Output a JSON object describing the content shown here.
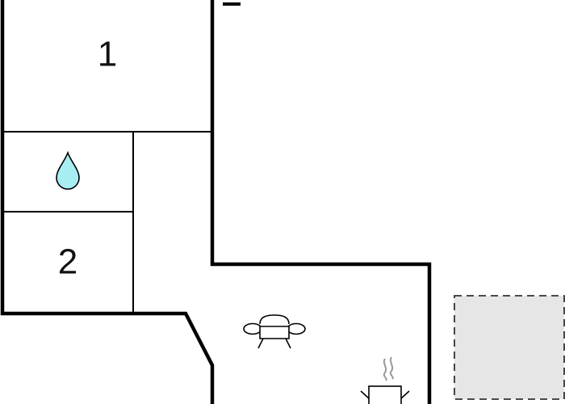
{
  "rooms": [
    {
      "id": "bedroom-1",
      "label": "1"
    },
    {
      "id": "bedroom-2",
      "label": "2"
    }
  ],
  "icons": {
    "bathroom": "water-drop-icon",
    "living_room": "sofa-icon",
    "kitchen": "cooking-pot-icon"
  },
  "colors": {
    "walls": "#000000",
    "water_drop": "#a6eef2",
    "outdoor_area": "#e6e6e6",
    "outdoor_area_border": "#333333"
  }
}
